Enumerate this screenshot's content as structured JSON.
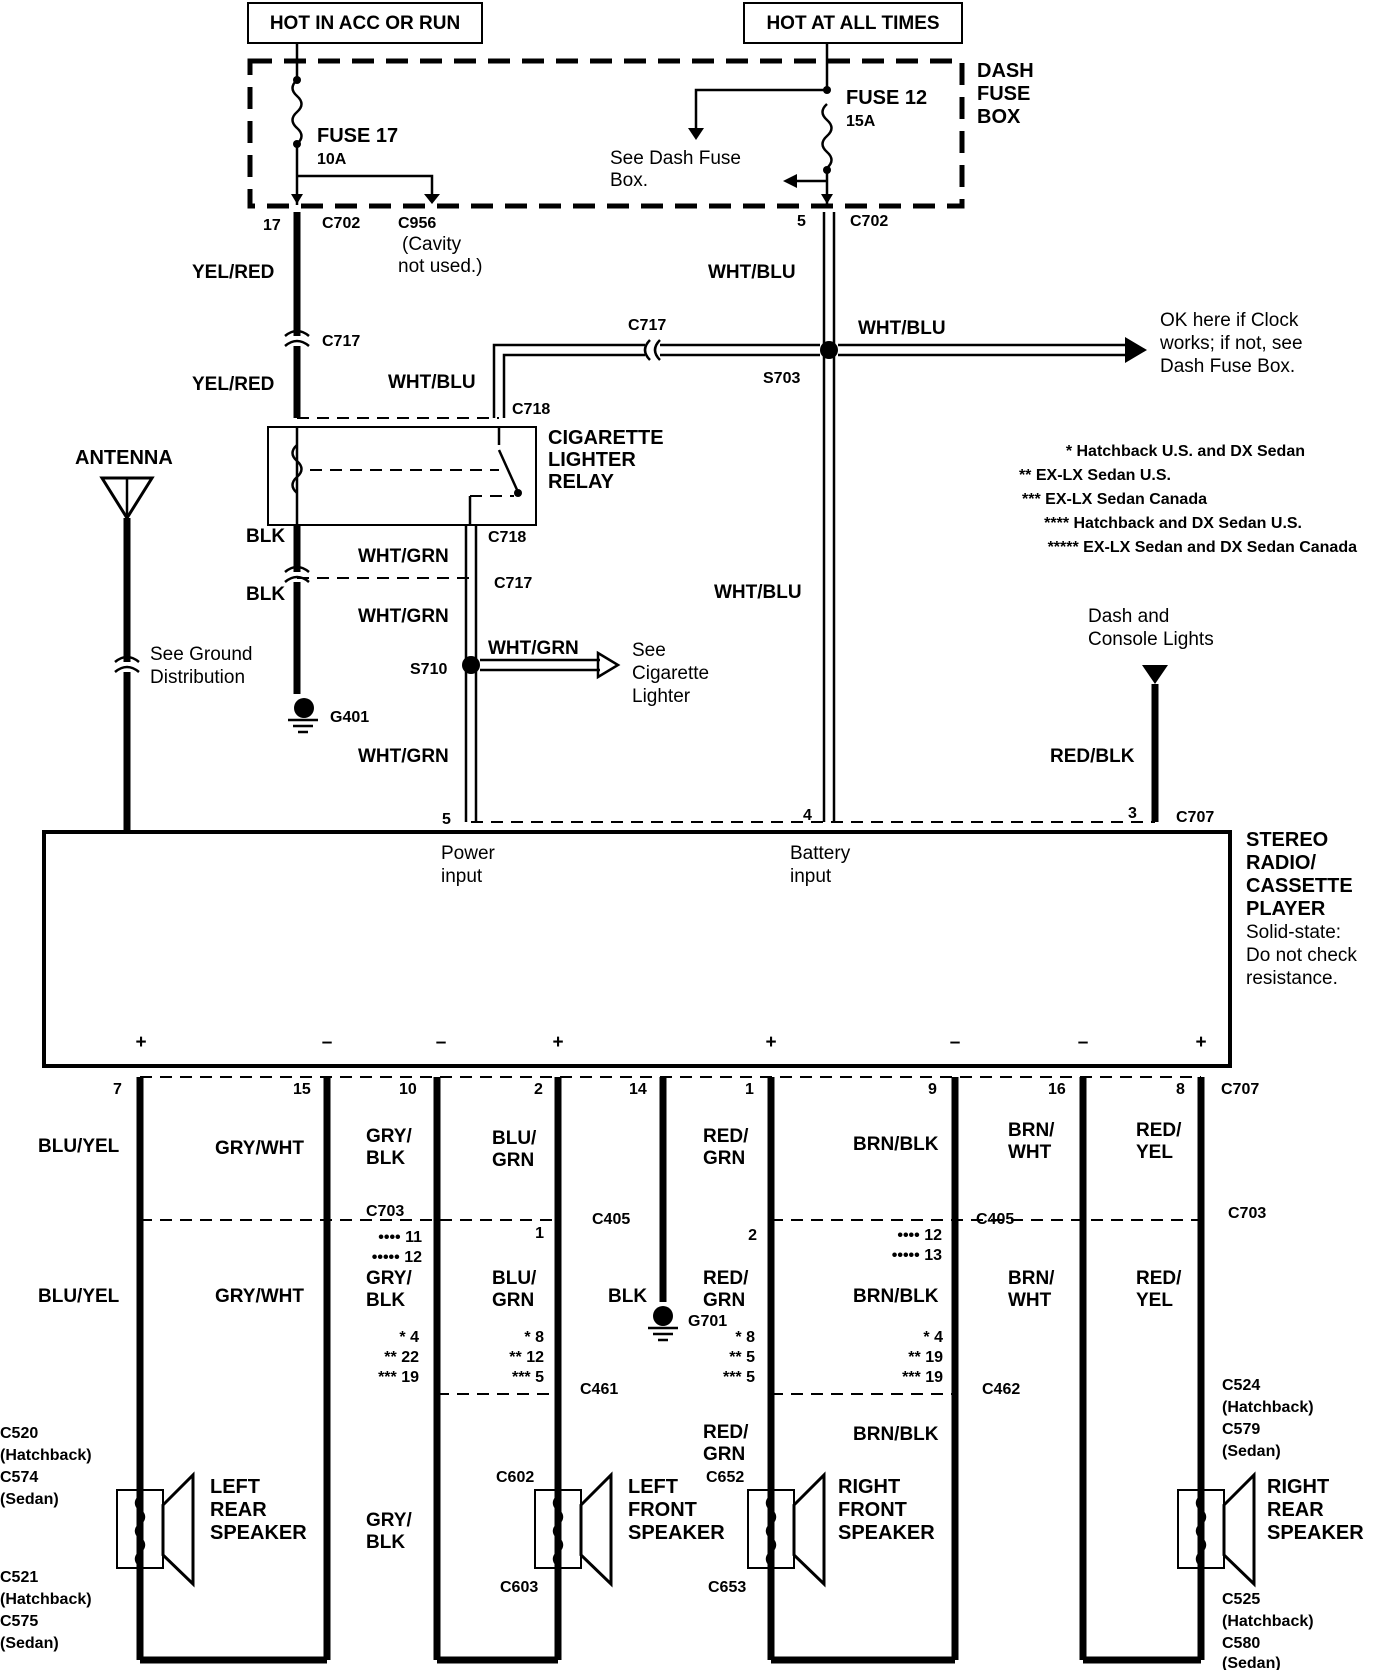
{
  "header": {
    "hot_acc_run": "HOT IN ACC OR RUN",
    "hot_all_times": "HOT AT ALL TIMES"
  },
  "fuse_box": {
    "label": [
      "DASH",
      "FUSE",
      "BOX"
    ],
    "fuse17_name": "FUSE 17",
    "fuse17_rating": "10A",
    "fuse12_name": "FUSE 12",
    "fuse12_rating": "15A",
    "see_dash_fuse": [
      "See Dash Fuse",
      "Box."
    ]
  },
  "connectors": {
    "c702": "C702",
    "c956": [
      "C956",
      "(Cavity",
      "not used.)"
    ],
    "c717": "C717",
    "c718": "C718",
    "s703": "S703",
    "s710": "S710",
    "g401": "G401",
    "c707": "C707",
    "c703": "C703",
    "c405": "C405",
    "c461": "C461",
    "c462": "C462",
    "g701": "G701",
    "c602": "C602",
    "c603": "C603",
    "c652": "C652",
    "c653": "C653",
    "c520": [
      "C520",
      "(Hatchback)",
      "C574",
      "(Sedan)"
    ],
    "c521": [
      "C521",
      "(Hatchback)",
      "C575",
      "(Sedan)"
    ],
    "c524": [
      "C524",
      "(Hatchback)",
      "C579",
      "(Sedan)"
    ],
    "c525": [
      "C525",
      "(Hatchback)",
      "C580",
      "(Sedan)"
    ]
  },
  "pins": {
    "p17": "17",
    "p5_top": "5",
    "p5": "5",
    "p4": "4",
    "p3": "3",
    "p7": "7",
    "p15": "15",
    "p10": "10",
    "p2": "2",
    "p14": "14",
    "p1": "1",
    "p9": "9",
    "p16": "16",
    "p8": "8",
    "c703_a": [
      "•••• 11",
      "••••• 12"
    ],
    "c405_l": "1",
    "c405_r": "2",
    "c703_b": [
      "•••• 12",
      "••••• 13"
    ],
    "c461_l": [
      "* 4",
      "** 22",
      "*** 19"
    ],
    "c461_r": [
      "* 8",
      "** 12",
      "*** 5"
    ],
    "c462_l": [
      "* 8",
      "** 5",
      "*** 5"
    ],
    "c462_r": [
      "* 4",
      "** 19",
      "*** 19"
    ]
  },
  "wires": {
    "yel_red": "YEL/RED",
    "wht_blu": "WHT/BLU",
    "blk": "BLK",
    "wht_grn": "WHT/GRN",
    "red_blk": "RED/BLK",
    "blu_yel": "BLU/YEL",
    "gry_wht": "GRY/WHT",
    "gry_blk": [
      "GRY/",
      "BLK"
    ],
    "blu_grn": [
      "BLU/",
      "GRN"
    ],
    "red_grn": [
      "RED/",
      "GRN"
    ],
    "brn_blk": "BRN/BLK",
    "brn_wht": [
      "BRN/",
      "WHT"
    ],
    "red_yel": [
      "RED/",
      "YEL"
    ]
  },
  "components": {
    "relay": [
      "CIGARETTE",
      "LIGHTER",
      "RELAY"
    ],
    "antenna": "ANTENNA",
    "see_ground": [
      "See Ground",
      "Distribution"
    ],
    "see_lighter": [
      "See",
      "Cigarette",
      "Lighter"
    ],
    "ok_clock": [
      "OK here if Clock",
      "works; if not, see",
      "Dash Fuse Box."
    ],
    "dash_lights": [
      "Dash and",
      "Console Lights"
    ],
    "stereo": [
      "STEREO",
      "RADIO/",
      "CASSETTE",
      "PLAYER"
    ],
    "stereo_note": [
      "Solid-state:",
      "Do not check",
      "resistance."
    ],
    "power_input": [
      "Power",
      "input"
    ],
    "battery_input": [
      "Battery",
      "input"
    ],
    "left_rear": [
      "LEFT",
      "REAR",
      "SPEAKER"
    ],
    "left_front": [
      "LEFT",
      "FRONT",
      "SPEAKER"
    ],
    "right_front": [
      "RIGHT",
      "FRONT",
      "SPEAKER"
    ],
    "right_rear": [
      "RIGHT",
      "REAR",
      "SPEAKER"
    ]
  },
  "terminal_signs": [
    "+",
    "–",
    "–",
    "+",
    "+",
    "–",
    "–",
    "+"
  ],
  "legend": [
    "* Hatchback U.S. and DX Sedan",
    "** EX-LX Sedan U.S.",
    "*** EX-LX Sedan Canada",
    "**** Hatchback and DX Sedan U.S.",
    "***** EX-LX Sedan and DX Sedan Canada"
  ]
}
